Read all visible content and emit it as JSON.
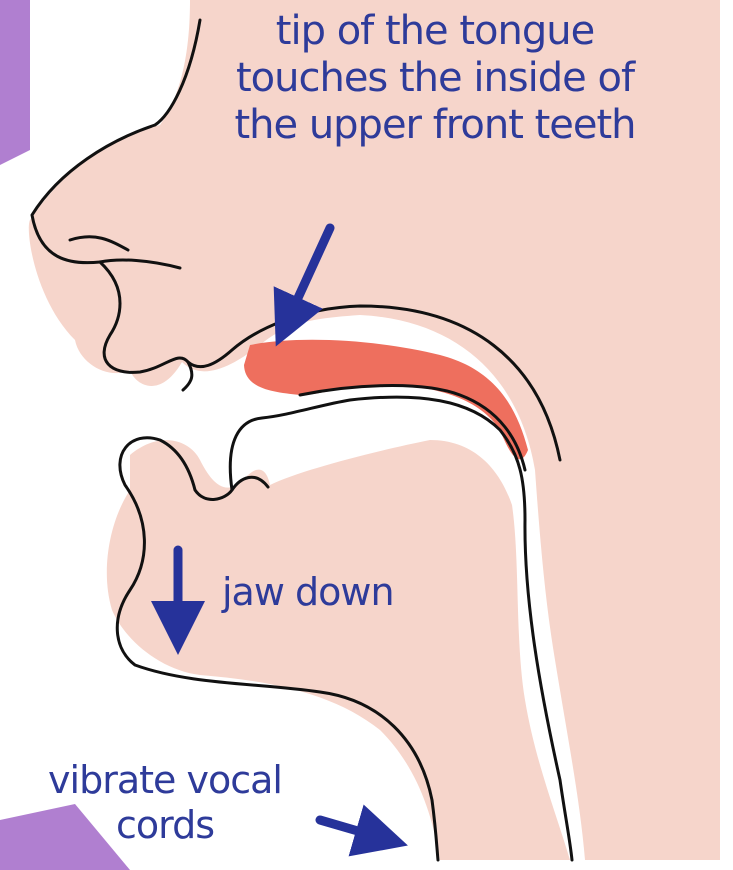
{
  "labels": {
    "tongue_tip": [
      "tip of the tongue",
      "touches the inside of",
      "the upper front teeth"
    ],
    "jaw": "jaw down",
    "vocal_cords": [
      "vibrate vocal",
      "cords"
    ]
  },
  "colors": {
    "skin": "#f6d5cb",
    "tongue": "#ee6f5e",
    "outline": "#111111",
    "arrow": "#26329a",
    "corner_accent": "#b07fd0",
    "text": "#2e3b9a"
  },
  "icons": [
    "arrow-down-left-icon",
    "arrow-down-icon",
    "arrow-right-icon"
  ]
}
